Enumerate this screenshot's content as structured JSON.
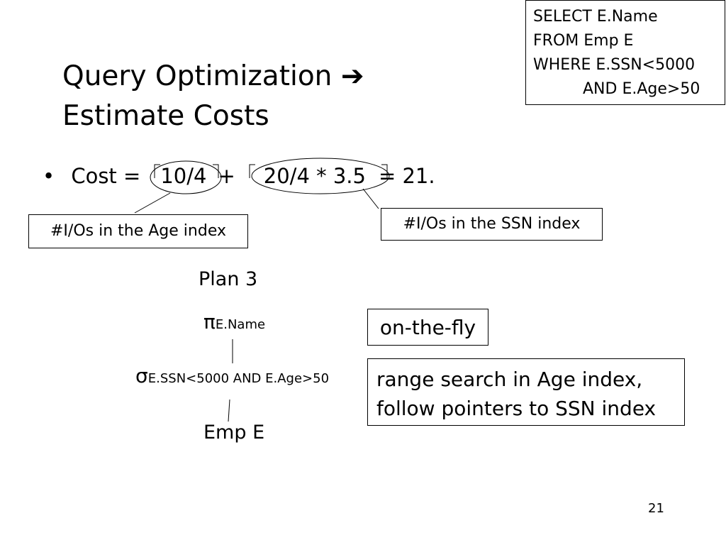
{
  "sql": {
    "line1": "SELECT E.Name",
    "line2": "FROM Emp E",
    "line3": "WHERE E.SSN<5000",
    "line4": "AND E.Age>50"
  },
  "title": {
    "line1": "Query Optimization",
    "arrow": "➔",
    "line2": "Estimate Costs"
  },
  "cost": {
    "bullet": "•",
    "prefix": "Cost =",
    "term1": "10/4",
    "plus": "+",
    "term2": "20/4 * 3.5",
    "suffix": "= 21."
  },
  "notes": {
    "age_index": "#I/Os in the Age index",
    "ssn_index": "#I/Os in the SSN index"
  },
  "plan": {
    "label": "Plan 3",
    "projection_symbol": "π",
    "projection_attr": "E.Name",
    "selection_symbol": "σ",
    "selection_condition": "E.SSN<5000 AND E.Age>50",
    "relation": "Emp E"
  },
  "annotations": {
    "on_the_fly": "on-the-fly",
    "range_line1": "range search in Age index,",
    "range_line2": "follow pointers to SSN index"
  },
  "page_number": "21"
}
